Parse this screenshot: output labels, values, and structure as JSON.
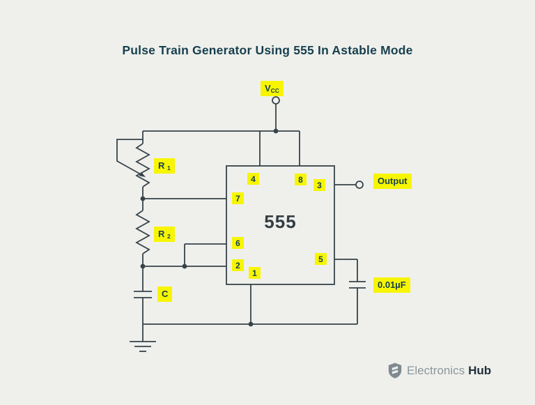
{
  "title": "Pulse Train Generator Using 555 In Astable Mode",
  "colors": {
    "background": "#eff0ec",
    "wire": "#364349",
    "accent": "#f7f600",
    "label-text": "#173f4e",
    "title-text": "#173f4e",
    "chip-text": "#333d42",
    "brand-gray": "#8d969c",
    "brand-dark": "#22303c"
  },
  "chip": {
    "label": "555"
  },
  "pins": [
    "4",
    "8",
    "3",
    "7",
    "6",
    "2",
    "1",
    "5"
  ],
  "labels": {
    "vcc": {
      "base": "V",
      "sub": "CC"
    },
    "r1": {
      "base": "R",
      "sub": "1"
    },
    "r2": {
      "base": "R",
      "sub": "2"
    },
    "c": "C",
    "output": "Output",
    "timing_cap": "0.01µF"
  },
  "brand": {
    "first": "Electronics",
    "second": "Hub"
  }
}
